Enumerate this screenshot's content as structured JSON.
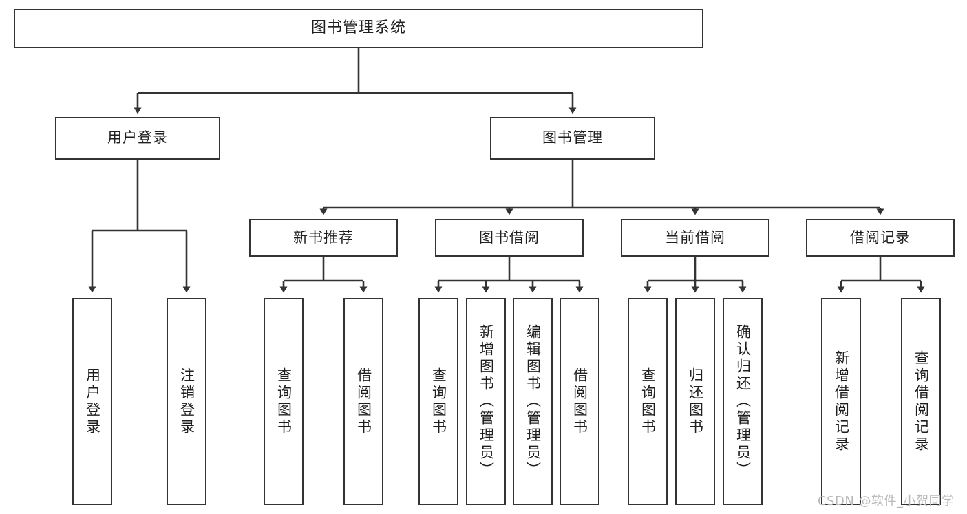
{
  "diagram": {
    "type": "tree-hierarchy",
    "title": "图书管理系统",
    "watermark": "CSDN @软件_小贺同学",
    "colors": {
      "box_border": "#333333",
      "box_fill": "#ffffff",
      "edge": "#333333",
      "text": "#1f1f1f",
      "watermark": "#b9b9b9",
      "background": "#ffffff"
    },
    "nodes": {
      "root": {
        "label": "图书管理系统"
      },
      "level2": [
        {
          "label": "用户登录"
        },
        {
          "label": "图书管理"
        }
      ],
      "level3": [
        {
          "label": "新书推荐"
        },
        {
          "label": "图书借阅"
        },
        {
          "label": "当前借阅"
        },
        {
          "label": "借阅记录"
        }
      ],
      "leaves_user_login": [
        {
          "label": "用户登录"
        },
        {
          "label": "注销登录"
        }
      ],
      "leaves_new_books": [
        {
          "label": "查询图书"
        },
        {
          "label": "借阅图书"
        }
      ],
      "leaves_borrow": [
        {
          "label": "查询图书"
        },
        {
          "label": "新增图书（管理员）"
        },
        {
          "label": "编辑图书（管理员）"
        },
        {
          "label": "借阅图书"
        }
      ],
      "leaves_current": [
        {
          "label": "查询图书"
        },
        {
          "label": "归还图书"
        },
        {
          "label": "确认归还（管理员）"
        }
      ],
      "leaves_records": [
        {
          "label": "新增借阅记录"
        },
        {
          "label": "查询借阅记录"
        }
      ]
    }
  }
}
